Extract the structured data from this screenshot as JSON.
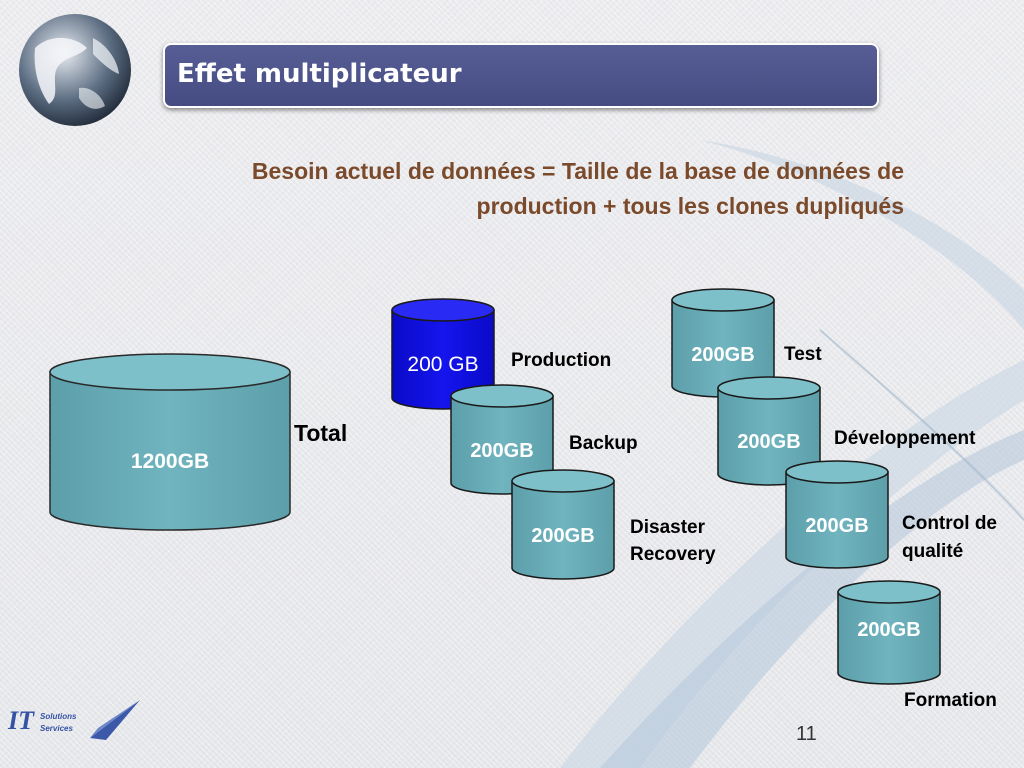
{
  "slide": {
    "title": "Effet multiplicateur",
    "subtitle_line1": "Besoin actuel de données = Taille de la base de données de",
    "subtitle_line2": "production + tous les clones dupliqués",
    "page_number": "11",
    "logo": {
      "letters": "IT",
      "line1": "Solutions",
      "line2": "Services"
    }
  },
  "colors": {
    "title_bar": "#4b5289",
    "subtitle": "#7a4a2b",
    "teal": "#6aaeb9",
    "production_blue": "#1010dd"
  },
  "diagram": {
    "total": {
      "value": "1200GB",
      "label": "Total"
    },
    "clones": [
      {
        "id": "production",
        "value": "200 GB",
        "label": "Production"
      },
      {
        "id": "backup",
        "value": "200GB",
        "label": "Backup"
      },
      {
        "id": "disaster-recovery",
        "value": "200GB",
        "label_line1": "Disaster",
        "label_line2": "Recovery"
      },
      {
        "id": "test",
        "value": "200GB",
        "label": "Test"
      },
      {
        "id": "developpement",
        "value": "200GB",
        "label": "Développement"
      },
      {
        "id": "control-qualite",
        "value": "200GB",
        "label_line1": "Control de",
        "label_line2": "qualité"
      },
      {
        "id": "formation",
        "value": "200GB",
        "label": "Formation"
      }
    ]
  }
}
